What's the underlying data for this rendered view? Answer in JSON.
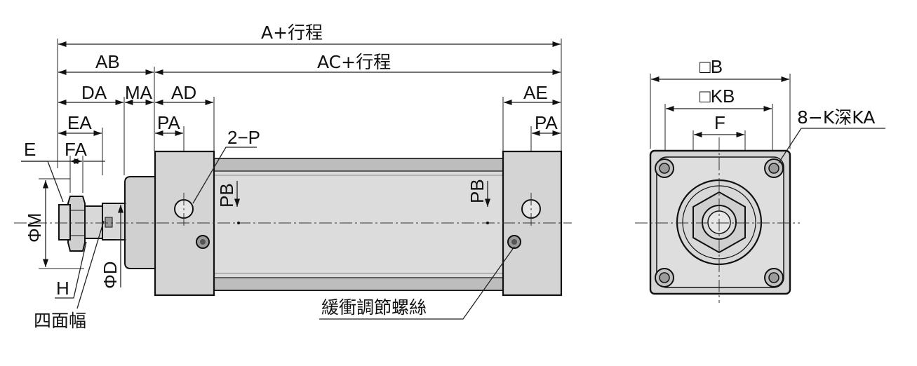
{
  "labels": {
    "a_stroke": "A+行程",
    "ab": "AB",
    "ac_stroke": "AC+行程",
    "da": "DA",
    "ma": "MA",
    "ad": "AD",
    "ae": "AE",
    "ea": "EA",
    "fa": "FA",
    "e": "E",
    "pa_left": "PA",
    "pa_right": "PA",
    "two_p": "2−P",
    "pb_left": "PB",
    "pb_right": "PB",
    "phi_m": "ΦM",
    "phi_d": "ΦD",
    "h": "H",
    "four_face": "四面幅",
    "cushion_screw": "緩衝調節螺絲",
    "sq_b": "□B",
    "sq_kb": "□KB",
    "f": "F",
    "k_depth": "8−K深KA"
  },
  "colors": {
    "metal": "#d4d4d4",
    "metal_dark": "#b9b9b9",
    "line": "#111111"
  }
}
